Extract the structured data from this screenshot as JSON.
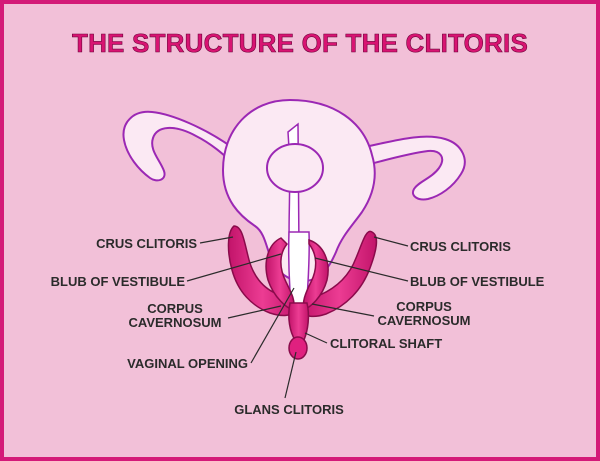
{
  "title": "THE STRUCTURE OF THE CLITORIS",
  "labels": {
    "crus_left": "CRUS CLITORIS",
    "crus_right": "CRUS CLITORIS",
    "bulb_left": "BLUB OF VESTIBULE",
    "bulb_right": "BLUB OF VESTIBULE",
    "corpus_left_1": "CORPUS",
    "corpus_left_2": "CAVERNOSUM",
    "corpus_right_1": "CORPUS",
    "corpus_right_2": "CAVERNOSUM",
    "vaginal_opening": "VAGINAL OPENING",
    "clitoral_shaft": "CLITORAL SHAFT",
    "glans": "GLANS CLITORIS"
  },
  "colors": {
    "background": "#f2c0d8",
    "border": "#d41a78",
    "title": "#d81472",
    "organ_fill": "#fbe9f3",
    "organ_outline": "#9b28b4",
    "clitoris_fill": "#e0207f",
    "label_text": "#2b2b2b"
  }
}
